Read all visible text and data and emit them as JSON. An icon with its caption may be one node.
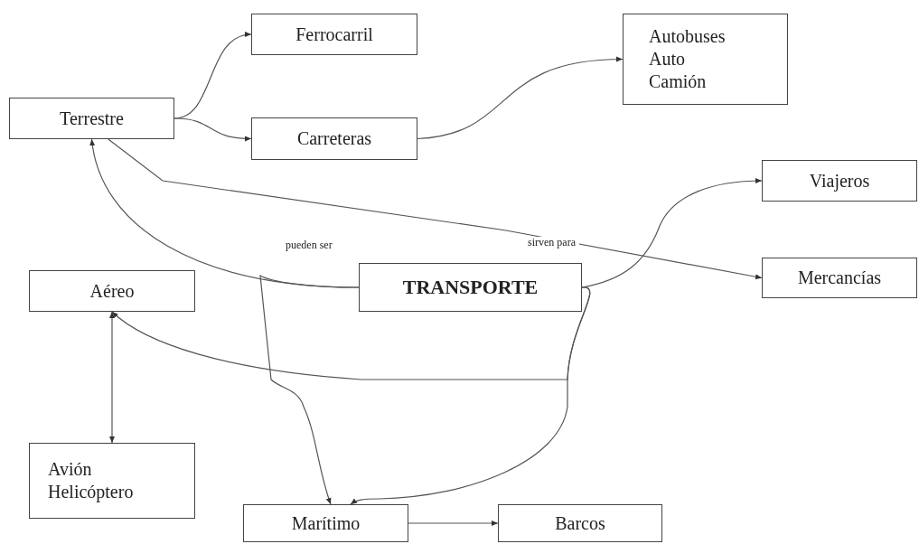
{
  "diagram": {
    "nodes": [
      {
        "text": [
          "Terrestre"
        ]
      },
      {
        "text": [
          "Ferrocarril"
        ]
      },
      {
        "text": [
          "Carreteras"
        ]
      },
      {
        "text": [
          "Autobuses",
          "Auto",
          "Camión"
        ]
      },
      {
        "text": [
          "Viajeros"
        ]
      },
      {
        "text": [
          "TRANSPORTE"
        ]
      },
      {
        "text": [
          "Mercancías"
        ]
      },
      {
        "text": [
          "Aéreo"
        ]
      },
      {
        "text": [
          "Avión",
          "Helicóptero"
        ]
      },
      {
        "text": [
          "Marítimo"
        ]
      },
      {
        "text": [
          "Barcos"
        ]
      }
    ],
    "edges": [
      {
        "from": 0,
        "to": 1,
        "arrow": "to"
      },
      {
        "from": 0,
        "to": 2,
        "arrow": "to"
      },
      {
        "from": 2,
        "to": 3,
        "arrow": "to"
      },
      {
        "from": 0,
        "to": 6,
        "arrow": "to",
        "label": "sirven para"
      },
      {
        "from": 5,
        "to": 0,
        "arrow": "to",
        "label": "pueden ser"
      },
      {
        "from": 5,
        "to": 9,
        "arrow": "to"
      },
      {
        "from": 5,
        "to": 4,
        "arrow": "to"
      },
      {
        "from": 5,
        "to": 7,
        "arrow": "to"
      },
      {
        "from": 5,
        "to": 9,
        "arrow": "to"
      },
      {
        "from": 7,
        "to": 8,
        "arrow": "both"
      },
      {
        "from": 9,
        "to": 10,
        "arrow": "to"
      }
    ]
  }
}
